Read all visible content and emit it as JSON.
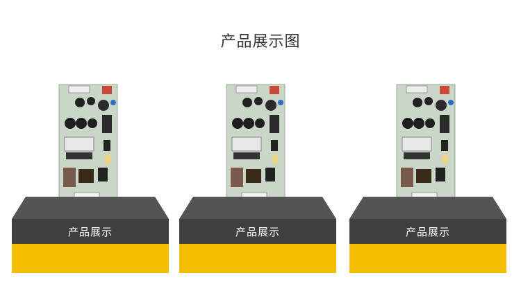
{
  "title": "产品展示图",
  "colors": {
    "podium_top": "#545454",
    "podium_label": "#3f3f3f",
    "podium_base": "#f4be00",
    "pcb": "#c9d6c8"
  },
  "cards": [
    {
      "label": "产品展示",
      "image": "pcb-power-supply-board"
    },
    {
      "label": "产品展示",
      "image": "pcb-power-supply-board"
    },
    {
      "label": "产品展示",
      "image": "pcb-power-supply-board"
    }
  ]
}
